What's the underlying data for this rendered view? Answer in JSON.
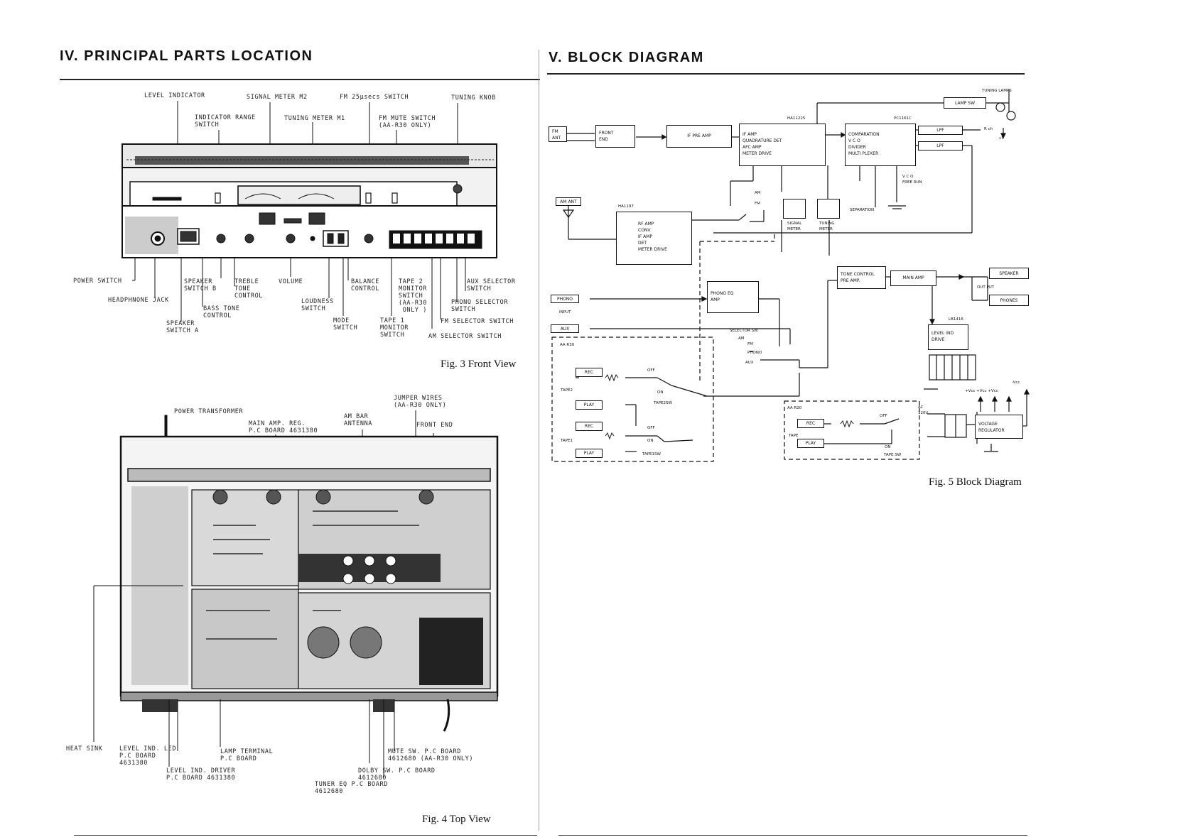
{
  "left_page": {
    "title": "IV.  PRINCIPAL  PARTS  LOCATION",
    "fig3": {
      "caption": "Fig. 3  Front View",
      "labels": {
        "level_indicator": "LEVEL INDICATOR",
        "signal_meter": "SIGNAL METER M2",
        "fm_25us": "FM 25μsecs SWITCH",
        "tuning_knob": "TUNING KNOB",
        "indicator_range": "INDICATOR RANGE\nSWITCH",
        "tuning_meter": "TUNING METER M1",
        "fm_mute": "FM MUTE SWITCH\n(AA-R30 ONLY)",
        "power_switch": "POWER SWITCH",
        "headphone_jack": "HEADPHNONE JACK",
        "speaker_b": "SPEAKER\nSWITCH B",
        "treble": "TREBLE\nTONE\nCONTROL",
        "volume": "VOLUME",
        "bass": "BASS TONE\nCONTROL",
        "speaker_a": "SPEAKER\nSWITCH A",
        "loudness": "LOUDNESS\nSWITCH",
        "balance": "BALANCE\nCONTROL",
        "mode": "MODE\nSWITCH",
        "tape2": "TAPE 2\nMONITOR\nSWITCH\n(AA-R30\n ONLY )",
        "tape1": "TAPE 1\nMONITOR\nSWITCH",
        "aux_selector": "AUX SELECTOR\nSWITCH",
        "phono_selector": "PHONO SELECTOR\nSWITCH",
        "fm_selector": "FM SELECTOR SWITCH",
        "am_selector": "AM SELECTOR SWITCH"
      }
    },
    "fig4": {
      "caption": "Fig. 4  Top View",
      "labels": {
        "jumper": "JUMPER WIRES\n(AA-R30 ONLY)",
        "power_transformer": "POWER TRANSFORMER",
        "am_bar": "AM BAR\nANTENNA",
        "main_amp": "MAIN AMP. REG.\nP.C BOARD 4631380",
        "front_end": "FRONT END",
        "heat_sink": "HEAT SINK",
        "level_led": "LEVEL IND. LED\nP.C BOARD\n4631380",
        "lamp_terminal": "LAMP TERMINAL\nP.C BOARD",
        "level_driver": "LEVEL IND. DRIVER\nP.C BOARD 4631380",
        "mute_sw": "MUTE SW. P.C BOARD\n4612680 (AA-R30 ONLY)",
        "dolby_sw": "DOLBY SW. P.C BOARD\n4612680",
        "tuner_eq": "TUNER EQ P.C BOARD\n4612680"
      }
    }
  },
  "right_page": {
    "title": "V.  BLOCK  DIAGRAM",
    "fig5": {
      "caption": "Fig. 5  Block Diagram",
      "blocks": {
        "fm_ant": "FM\nANT",
        "front_end": "FRONT\nEND",
        "if_pre_amp": "IF PRE AMP",
        "ha11225_chip": "HA11225",
        "ha11225": "IF AMP\nQUADRATURE DET\nAFC AMP\nMETER DRIVE",
        "pc1161c_chip": "PC1161C",
        "pll": "COMPARATION\nV C O\nDIVIDER\nMULTI PLEXER",
        "lamp_sw": "LAMP SW",
        "tuning_lamps": "TUNING LAMPS",
        "lpf1": "LPF",
        "lpf2": "LPF",
        "am_ant": "AM ANT",
        "ha1197_chip": "HA1197",
        "ha1197": "RF AMP\nCONV\nIF AMP\nDET\nMETER DRIVE",
        "signal_meter": "SIGNAL\nMETER",
        "tuning_meter": "TUNING\nMETER",
        "separation": "SEPARATION",
        "vco_free_run": "V C O\nFREE RUN",
        "phono": "PHONO",
        "input": "INPUT",
        "aux": "AUX",
        "phono_eq": "PHONO EQ\nAMP",
        "selector_sw": "SELECTOR SW",
        "sel_am": "AM",
        "sel_fm": "FM",
        "sel_phono": "PHONO",
        "sel_aux": "AUX",
        "tone_control": "TONE CONTROL\nPRE AMP.",
        "main_amp": "MAIN AMP",
        "speaker": "SPEAKER",
        "out_put": "OUT PUT",
        "phones": "PHONES",
        "lb1416_chip": "LB1416",
        "level_drive": "LEVEL IND\nDRIVE",
        "aa_r30": "AA R30",
        "tape2": "TAPE2",
        "tape1": "TAPE1",
        "rec": "REC",
        "play": "PLAY",
        "off": "OFF",
        "on": "ON",
        "tape2sw": "TAPE2SW",
        "tape1sw": "TAPE1SW",
        "aa_r20": "AA R20",
        "tape": "TAPE",
        "tape_sw": "TAPE SW",
        "ac": "AC\n120V",
        "voltage_reg": "VOLTAGE\nREGULATOR",
        "rails": "+Vcc +Vcc +Vcc",
        "neg_v": "-Vcc",
        "r_lch": "R ch",
        "plus_v": "+V"
      }
    }
  }
}
